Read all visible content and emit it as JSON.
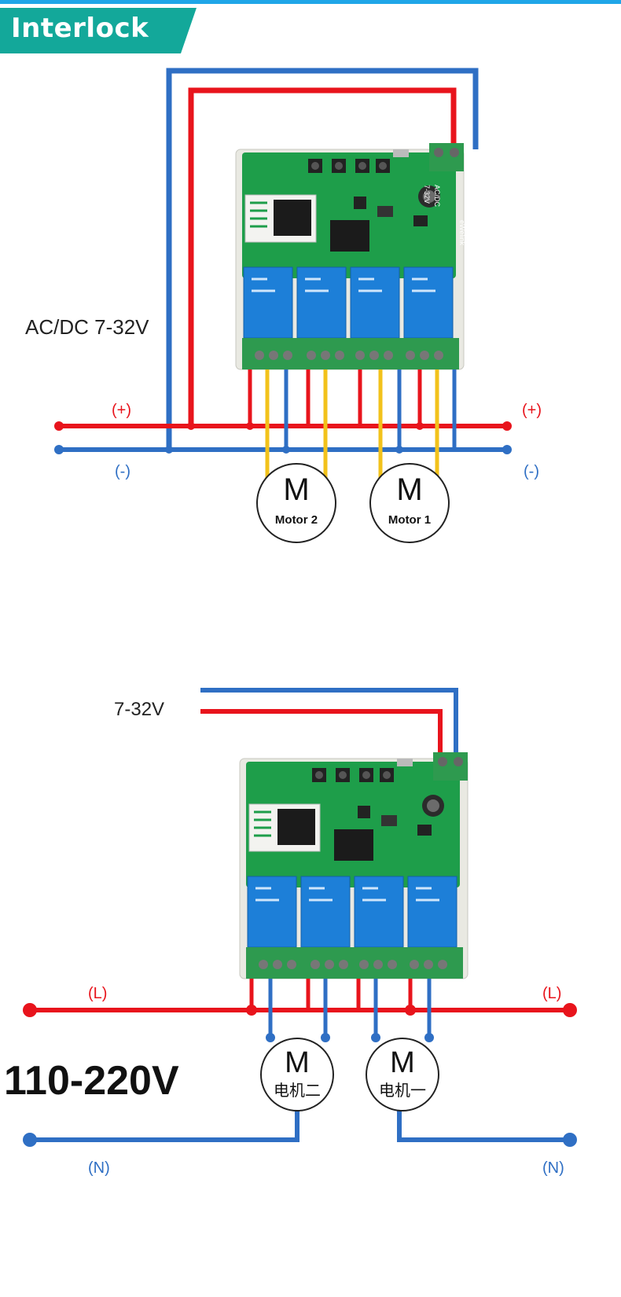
{
  "header": {
    "title": "Interlock"
  },
  "top_diagram": {
    "supply_label": "AC/DC 7-32V",
    "plus_left": "(+)",
    "plus_right": "(+)",
    "minus_left": "(-)",
    "minus_right": "(-)",
    "motor_left": {
      "letter": "M",
      "name": "Motor 2"
    },
    "motor_right": {
      "letter": "M",
      "name": "Motor 1"
    }
  },
  "bottom_diagram": {
    "supply_label": "7-32V",
    "voltage_label": "110-220V",
    "l_left": "(L)",
    "l_right": "(L)",
    "n_left": "(N)",
    "n_right": "(N)",
    "motor_left": {
      "letter": "M",
      "name": "电机二"
    },
    "motor_right": {
      "letter": "M",
      "name": "电机一"
    }
  },
  "board": {
    "ac_dc_marking": "AC/DC",
    "voltage_marking": "7-32V",
    "brand": "eWelink"
  },
  "colors": {
    "positive": "#e8141c",
    "negative": "#2f6fc4",
    "motor_wire": "#f2c21b",
    "banner": "#13a89a",
    "pcb": "#1e9e4a",
    "relay": "#1d7fd8"
  }
}
